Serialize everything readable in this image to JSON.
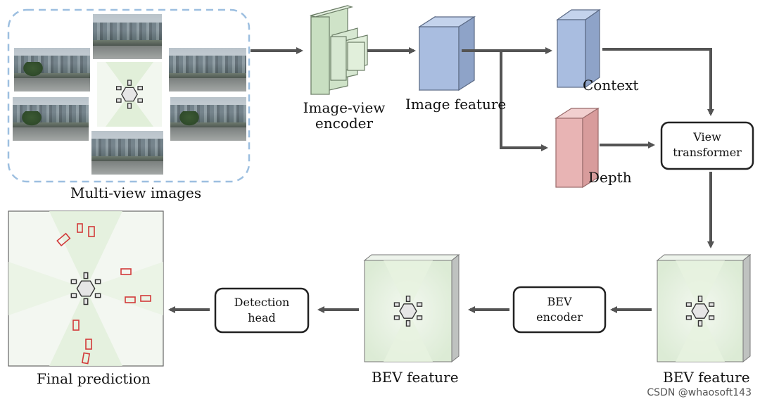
{
  "labels": {
    "multi_view_images": "Multi-view images",
    "image_view_encoder_line1": "Image-view",
    "image_view_encoder_line2": "encoder",
    "image_feature": "Image feature",
    "context": "Context",
    "depth": "Depth",
    "view_transformer_line1": "View",
    "view_transformer_line2": "transformer",
    "bev_feature_right": "BEV feature",
    "bev_encoder_line1": "BEV",
    "bev_encoder_line2": "encoder",
    "bev_feature_mid": "BEV feature",
    "detection_head_line1": "Detection",
    "detection_head_line2": "head",
    "final_prediction": "Final prediction"
  },
  "watermark": "CSDN @whaosoft143",
  "colors": {
    "arrow": "#545454",
    "dashed_border": "#9dbfe0",
    "encoder_green": "#d7e8d2",
    "feature_blue": "#a9bde0",
    "depth_pink": "#e8b4b4",
    "bev_green": "#e2efdc",
    "detection_box_red": "#d23a3a"
  }
}
